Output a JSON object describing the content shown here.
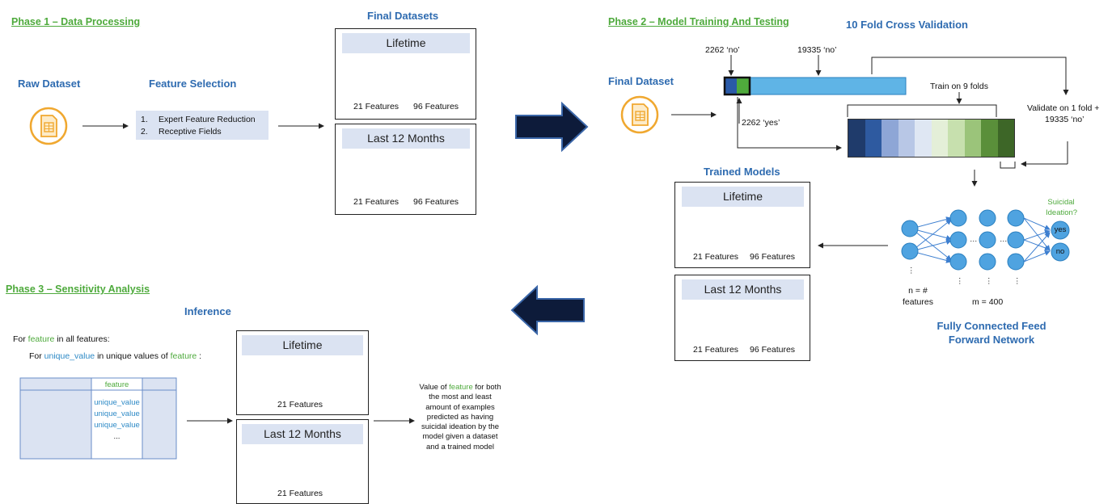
{
  "phase1": {
    "title": "Phase 1 – Data Processing",
    "raw_dataset": "Raw Dataset",
    "feature_selection": "Feature Selection",
    "steps": [
      "Expert Feature Reduction",
      "Receptive Fields"
    ],
    "step_numbers": [
      "1.",
      "2."
    ],
    "final_datasets": "Final Datasets",
    "lifetime": "Lifetime",
    "last12": "Last 12 Months",
    "feat21": "21 Features",
    "feat96": "96 Features"
  },
  "phase2": {
    "title": "Phase 2 – Model Training And Testing",
    "cv_title": "10 Fold Cross Validation",
    "final_dataset": "Final Dataset",
    "no_small": "2262 ‘no’",
    "no_large": "19335 ‘no’",
    "yes_label": "2262 ‘yes’",
    "train_label": "Train on 9 folds",
    "validate_label_1": "Validate on 1 fold +",
    "validate_label_2": "19335 ‘no’",
    "trained_models": "Trained Models",
    "lifetime": "Lifetime",
    "last12": "Last 12 Months",
    "feat21": "21 Features",
    "feat96": "96 Features",
    "suicidal_1": "Suicidal",
    "suicidal_2": "Ideation?",
    "yes": "yes",
    "no": "no",
    "n_label_1": "n = #",
    "n_label_2": "features",
    "m_label": "m = 400",
    "network_1": "Fully Connected Feed",
    "network_2": "Forward Network",
    "fold_colors": [
      "#1f3b6b",
      "#2e5aa0",
      "#8ea6d6",
      "#b8c7e6",
      "#dfe7f3",
      "#e4efd8",
      "#c7e0ae",
      "#9bc47a",
      "#5a8f3a",
      "#3d6627"
    ]
  },
  "phase3": {
    "title": "Phase 3 – Sensitivity Analysis",
    "inference": "Inference",
    "loop_pre": "For ",
    "loop_feature": "feature",
    "loop_post": " in all features:",
    "inner_pre": "For ",
    "inner_value": "unique_value",
    "inner_mid": " in unique values of ",
    "inner_feature": "feature",
    "inner_post": " :",
    "table_header": "feature",
    "table_values": [
      "unique_value",
      "unique_value",
      "unique_value",
      "..."
    ],
    "lifetime": "Lifetime",
    "last12": "Last 12 Months",
    "feat21": "21 Features",
    "result_pre": "Value of ",
    "result_feature": "feature",
    "result_post": " for both the most and least amount of examples predicted as having suicidal ideation by the model given a dataset and a trained model"
  },
  "colors": {
    "phase_green": "#4eaa3c",
    "title_blue": "#2e6bb0",
    "band": "#dbe3f2",
    "file_orange": "#f0a830",
    "bar_blue": "#5fb4e6",
    "node_blue": "#4fa3e0",
    "arrow_navy": "#0d1b3a"
  }
}
